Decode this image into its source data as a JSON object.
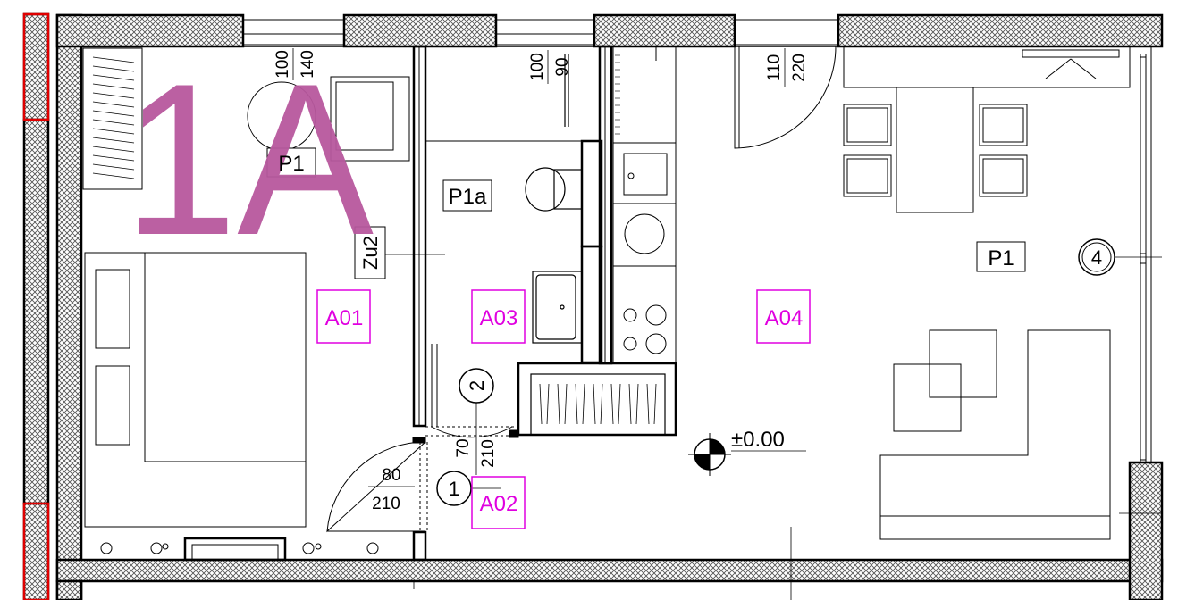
{
  "colors": {
    "wall_line": "#000000",
    "hatch": "#555555",
    "room_tag": "#e000e0",
    "unit_label": "#b8589e",
    "highlight": "#e00000"
  },
  "unit_label": "1A",
  "rooms": [
    {
      "id": "A01",
      "type": "P1"
    },
    {
      "id": "A02",
      "type": ""
    },
    {
      "id": "A03",
      "type": "P1a"
    },
    {
      "id": "A04",
      "type": "P1"
    }
  ],
  "labels": {
    "p1_bedroom": "P1",
    "p1a_bath": "P1a",
    "p1_living": "P1",
    "zu2": "Zu2",
    "level": "±0.00"
  },
  "markers": {
    "door_1": "1",
    "door_2": "2",
    "window_4": "4"
  },
  "dimensions": {
    "win_a_top": "100",
    "win_a_bottom": "140",
    "win_b_top": "100",
    "win_b_bottom": "90",
    "win_c_top": "110",
    "win_c_bottom": "220",
    "door_1_width": "80",
    "door_1_height": "210",
    "door_2_width": "70",
    "door_2_height": "210"
  }
}
